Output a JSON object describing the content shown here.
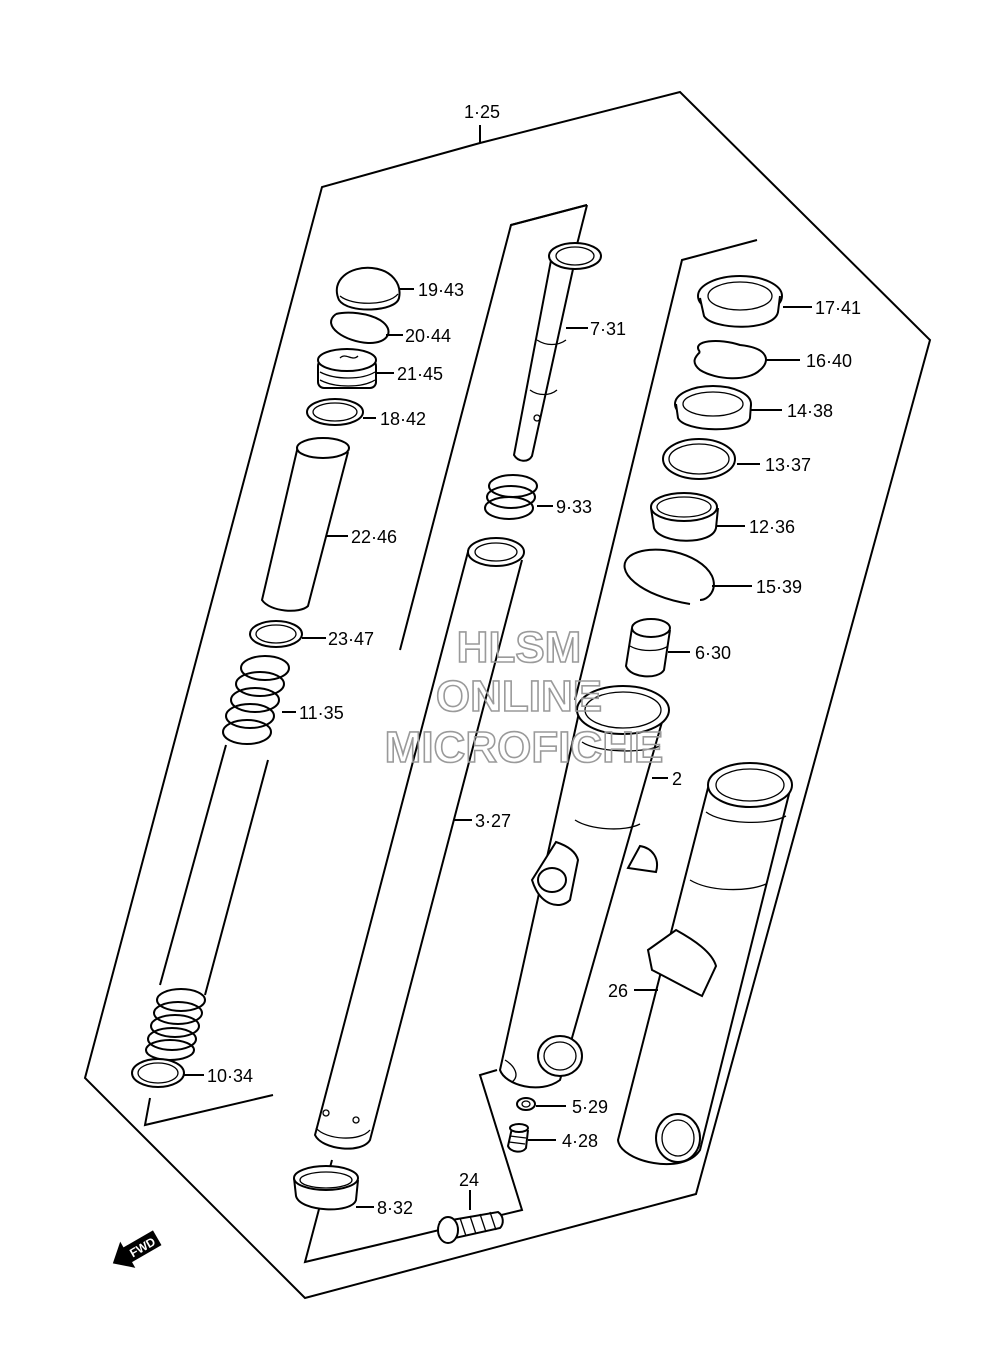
{
  "callouts": {
    "c1_25": "1·25",
    "c19_43": "19·43",
    "c20_44": "20·44",
    "c21_45": "21·45",
    "c18_42": "18·42",
    "c22_46": "22·46",
    "c23_47": "23·47",
    "c11_35": "11·35",
    "c10_34": "10·34",
    "c7_31": "7·31",
    "c9_33": "9·33",
    "c3_27": "3·27",
    "c8_32": "8·32",
    "c24": "24",
    "c17_41": "17·41",
    "c16_40": "16·40",
    "c14_38": "14·38",
    "c13_37": "13·37",
    "c12_36": "12·36",
    "c15_39": "15·39",
    "c6_30": "6·30",
    "c2": "2",
    "c26": "26",
    "c5_29": "5·29",
    "c4_28": "4·28"
  },
  "fwd_label": "FWD",
  "watermark": {
    "line1": "HLSM",
    "line2": "ONLINE",
    "line3": "MICROFICHE"
  }
}
